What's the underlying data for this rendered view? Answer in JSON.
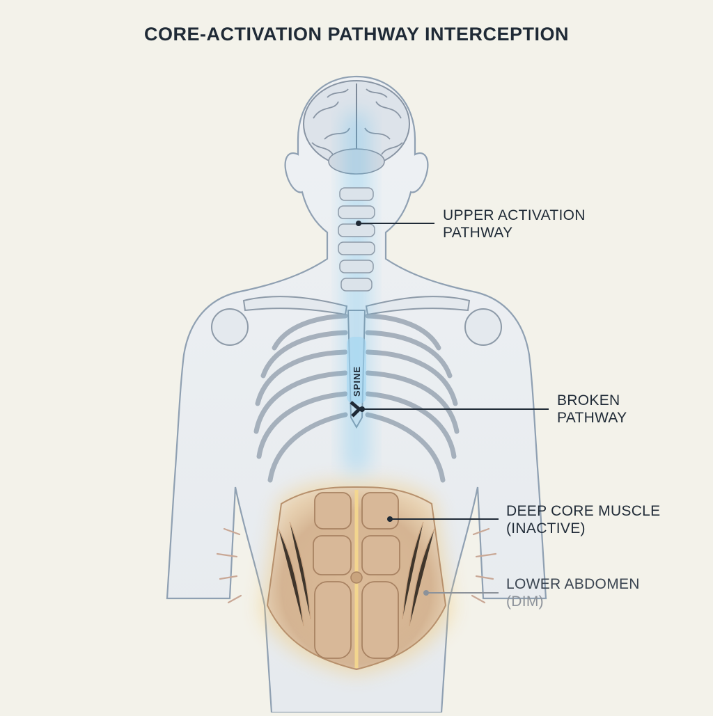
{
  "title": "CORE-ACTIVATION PATHWAY INTERCEPTION",
  "spine_label": "SPINE",
  "callouts": {
    "upper": {
      "line1": "UPPER ACTIVATION",
      "line2": "PATHWAY"
    },
    "broken": {
      "line1": "BROKEN",
      "line2": "PATHWAY"
    },
    "deep_core": {
      "line1": "DEEP CORE MUSCLE",
      "line2": "(INACTIVE)"
    },
    "lower": {
      "line1": "LOWER ABDOMEN",
      "line2": "(DIM)"
    }
  },
  "colors": {
    "background": "#f3f2ea",
    "pathway_glow": "#49b8ee",
    "muscle_glow": "#f2c46b",
    "text": "#1f2a36",
    "dim_text": "#8c929a"
  }
}
